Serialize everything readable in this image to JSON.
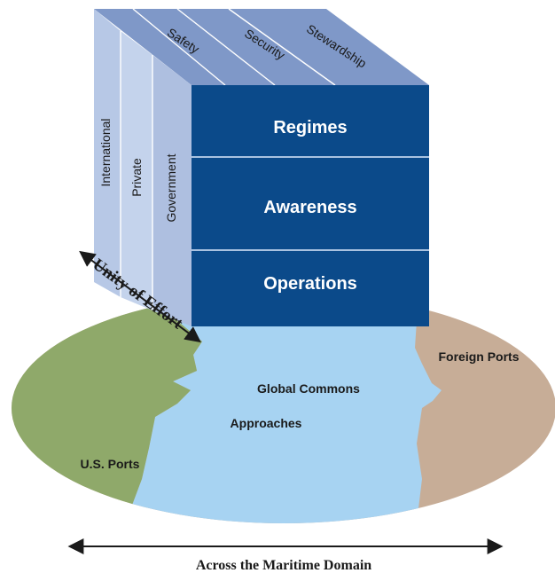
{
  "colors": {
    "front_face": "#0b4a8a",
    "front_divider": "#a9c2e0",
    "top_face": "#7f98c8",
    "left_face_a": "#b7c8e6",
    "left_face_b": "#c4d3ec",
    "left_face_c": "#aebfe0",
    "us_ports": "#8fa96a",
    "global_commons": "#a7d3f2",
    "foreign_ports": "#c7ad97",
    "arrow": "#1a1a1a"
  },
  "cube": {
    "front_layers": [
      "Regimes",
      "Awareness",
      "Operations"
    ],
    "top_labels": [
      "Safety",
      "Security",
      "Stewardship"
    ],
    "side_labels": [
      "International",
      "Private",
      "Government"
    ]
  },
  "domain": {
    "us_ports": "U.S. Ports",
    "global_commons": "Global Commons",
    "approaches": "Approaches",
    "foreign_ports": "Foreign Ports"
  },
  "unity_of_effort": "Unity of Effort",
  "maritime_domain": "Across the Maritime Domain"
}
